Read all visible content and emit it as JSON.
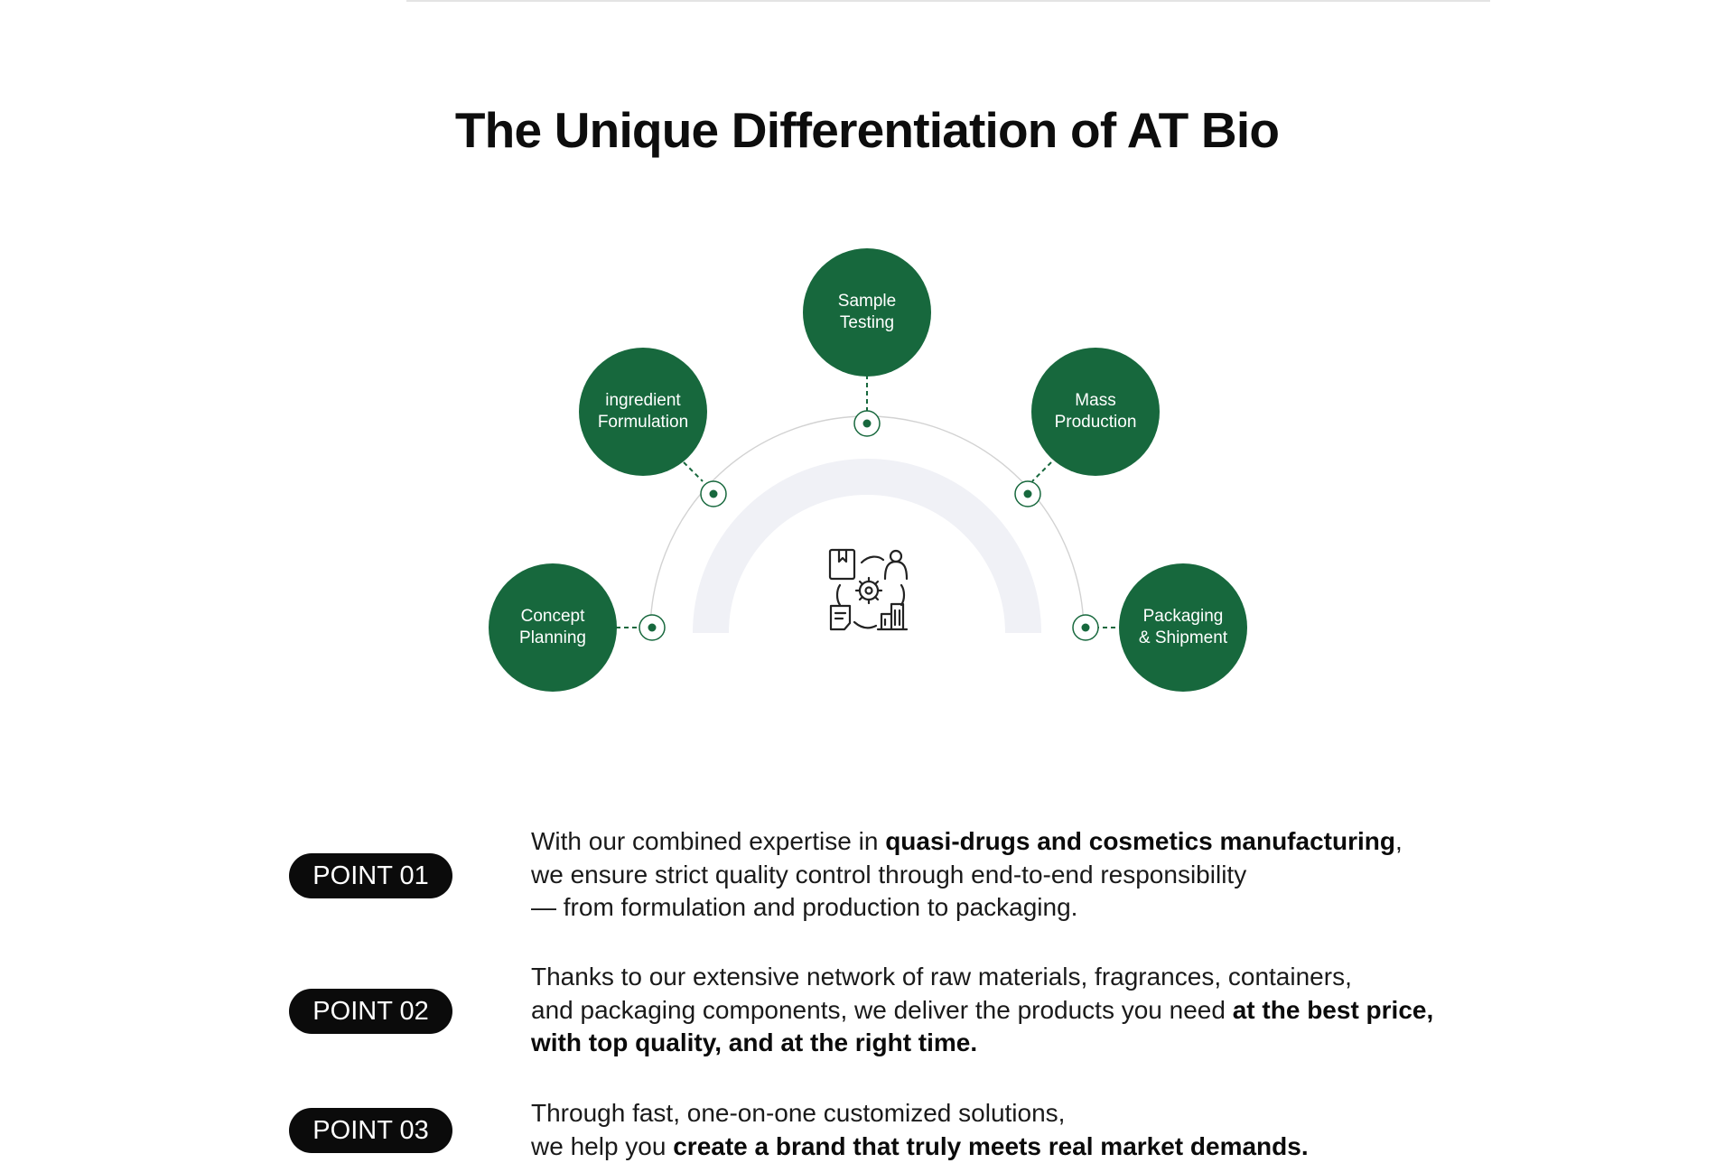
{
  "title": "The Unique Differentiation of AT Bio",
  "diagram": {
    "center_icon": "production-process-icon",
    "nodes": [
      {
        "id": "concept",
        "label": "Concept\nPlanning"
      },
      {
        "id": "formulation",
        "label": "ingredient\nFormulation"
      },
      {
        "id": "sample",
        "label": "Sample\nTesting"
      },
      {
        "id": "mass",
        "label": "Mass\nProduction"
      },
      {
        "id": "packaging",
        "label": "Packaging\n& Shipment"
      }
    ]
  },
  "points": [
    {
      "badge": "POINT 01",
      "lines": [
        {
          "a": "With our combined expertise in ",
          "b": "quasi-drugs and cosmetics manufacturing",
          "c": ","
        },
        {
          "a": "we ensure strict quality control through end-to-end responsibility",
          "b": "",
          "c": ""
        },
        {
          "a": "— from formulation and production to packaging.",
          "b": "",
          "c": ""
        }
      ]
    },
    {
      "badge": "POINT 02",
      "lines": [
        {
          "a": "Thanks to our extensive network of raw materials, fragrances, containers,",
          "b": "",
          "c": ""
        },
        {
          "a": "and packaging components, we deliver the products you need ",
          "b": "at the best price,",
          "c": ""
        },
        {
          "a": "",
          "b": "with top quality, and at the right time.",
          "c": ""
        }
      ]
    },
    {
      "badge": "POINT 03",
      "lines": [
        {
          "a": "Through fast, one-on-one customized solutions,",
          "b": "",
          "c": ""
        },
        {
          "a": "we help you ",
          "b": "create a brand that truly meets real market demands.",
          "c": ""
        }
      ]
    }
  ],
  "colors": {
    "node_green": "#17683d",
    "arc_fill": "#f0f1f6",
    "arc_line": "#d2d2d2",
    "badge_bg": "#0b0b0b"
  }
}
